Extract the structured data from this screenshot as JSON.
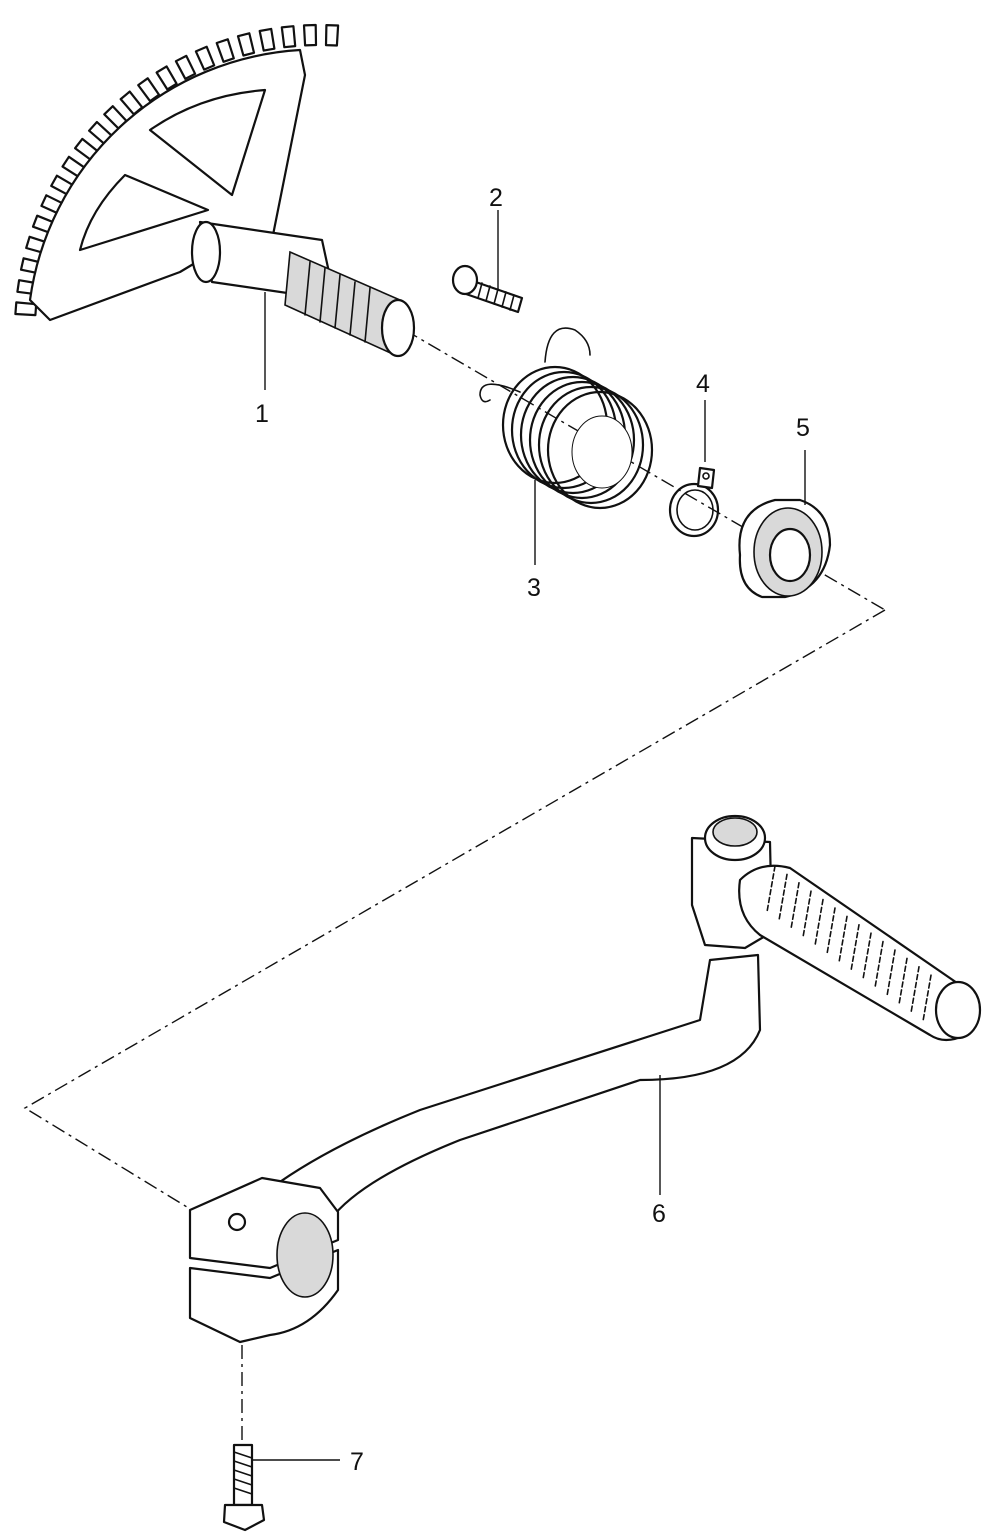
{
  "callouts": [
    {
      "id": "part-1",
      "label": "1"
    },
    {
      "id": "part-2",
      "label": "2"
    },
    {
      "id": "part-3",
      "label": "3"
    },
    {
      "id": "part-4",
      "label": "4"
    },
    {
      "id": "part-5",
      "label": "5"
    },
    {
      "id": "part-6",
      "label": "6"
    },
    {
      "id": "part-7",
      "label": "7"
    }
  ],
  "colors": {
    "line": "#111111",
    "background": "#ffffff",
    "shade": "#d9d9d9"
  }
}
